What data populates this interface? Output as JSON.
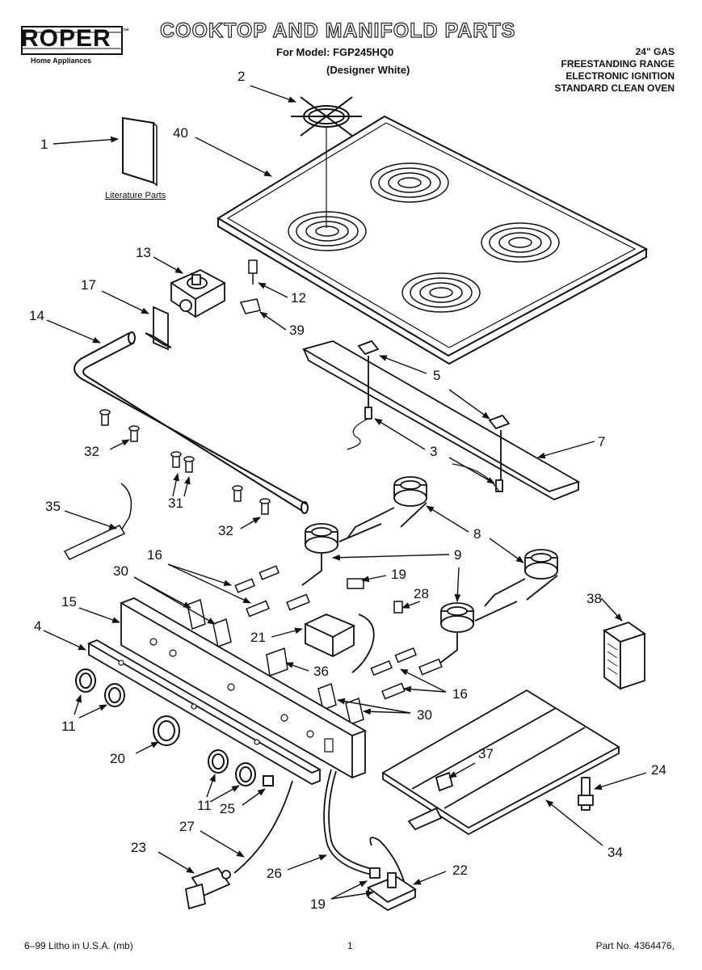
{
  "header": {
    "brand": "ROPER",
    "brand_tm": "™",
    "brand_sub": "Home Appliances",
    "title": "COOKTOP AND MANIFOLD PARTS",
    "model_line": "For Model: FGP245HQ0",
    "model_color": "(Designer White)"
  },
  "spec_lines": [
    "24\" GAS",
    "FREESTANDING RANGE",
    "ELECTRONIC IGNITION",
    "STANDARD CLEAN OVEN"
  ],
  "literature_label": "Literature Parts",
  "callouts": {
    "c1": "1",
    "c2": "2",
    "c40": "40",
    "c13": "13",
    "c12": "12",
    "c17": "17",
    "c14": "14",
    "c39": "39",
    "c5": "5",
    "c7": "7",
    "c3": "3",
    "c32a": "32",
    "c31": "31",
    "c32b": "32",
    "c35": "35",
    "c8": "8",
    "c9": "9",
    "c16a": "16",
    "c30a": "30",
    "c19a": "19",
    "c28": "28",
    "c15": "15",
    "c4": "4",
    "c21": "21",
    "c38": "38",
    "c36": "36",
    "c16b": "16",
    "c30b": "30",
    "c11a": "11",
    "c20": "20",
    "c37": "37",
    "c24": "24",
    "c11b": "11",
    "c25": "25",
    "c27": "27",
    "c23": "23",
    "c26": "26",
    "c22": "22",
    "c34": "34",
    "c19b": "19"
  },
  "footer": {
    "left": "6–99 Litho in U.S.A. (mb)",
    "center": "1",
    "right": "Part No. 4364476,"
  }
}
